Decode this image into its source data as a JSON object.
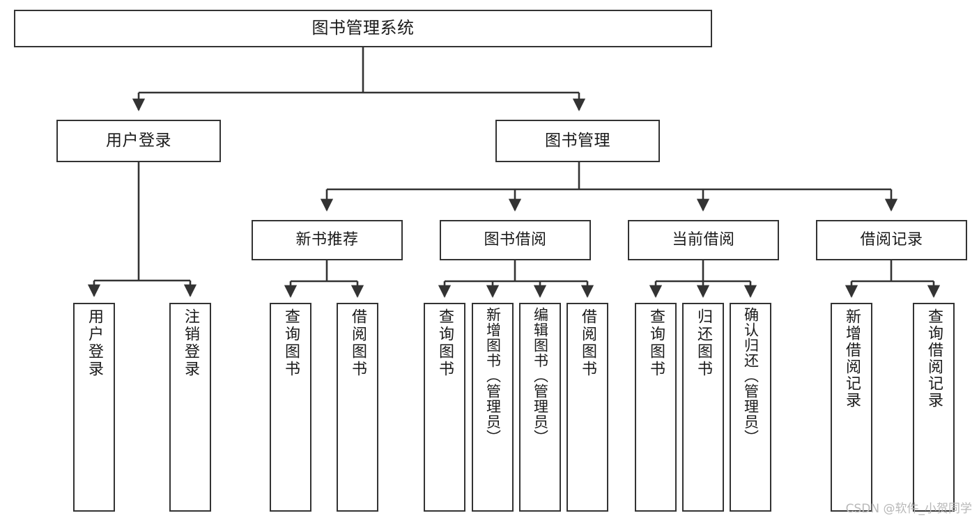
{
  "diagram": {
    "title": "图书管理系统",
    "type": "tree-hierarchy-chart",
    "watermark": "CSDN @软件_小贺同学",
    "line_color": "#333333",
    "box_fill": "#ffffff",
    "text_color": "#1a1a1a"
  },
  "nodes": {
    "root": {
      "label": "图书管理系统"
    },
    "level1": [
      {
        "label": "用户登录"
      },
      {
        "label": "图书管理"
      }
    ],
    "level2": [
      {
        "label": "新书推荐"
      },
      {
        "label": "图书借阅"
      },
      {
        "label": "当前借阅"
      },
      {
        "label": "借阅记录"
      }
    ],
    "leaves": {
      "user_login": [
        {
          "label": "用户登录"
        },
        {
          "label": "注销登录"
        }
      ],
      "new_book_recommend": [
        {
          "label": "查询图书"
        },
        {
          "label": "借阅图书"
        }
      ],
      "book_borrow": [
        {
          "label": "查询图书"
        },
        {
          "label": "新增图书（管理员）"
        },
        {
          "label": "编辑图书（管理员）"
        },
        {
          "label": "借阅图书"
        }
      ],
      "current_borrow": [
        {
          "label": "查询图书"
        },
        {
          "label": "归还图书"
        },
        {
          "label": "确认归还（管理员）"
        }
      ],
      "borrow_record": [
        {
          "label": "新增借阅记录"
        },
        {
          "label": "查询借阅记录"
        }
      ]
    }
  }
}
